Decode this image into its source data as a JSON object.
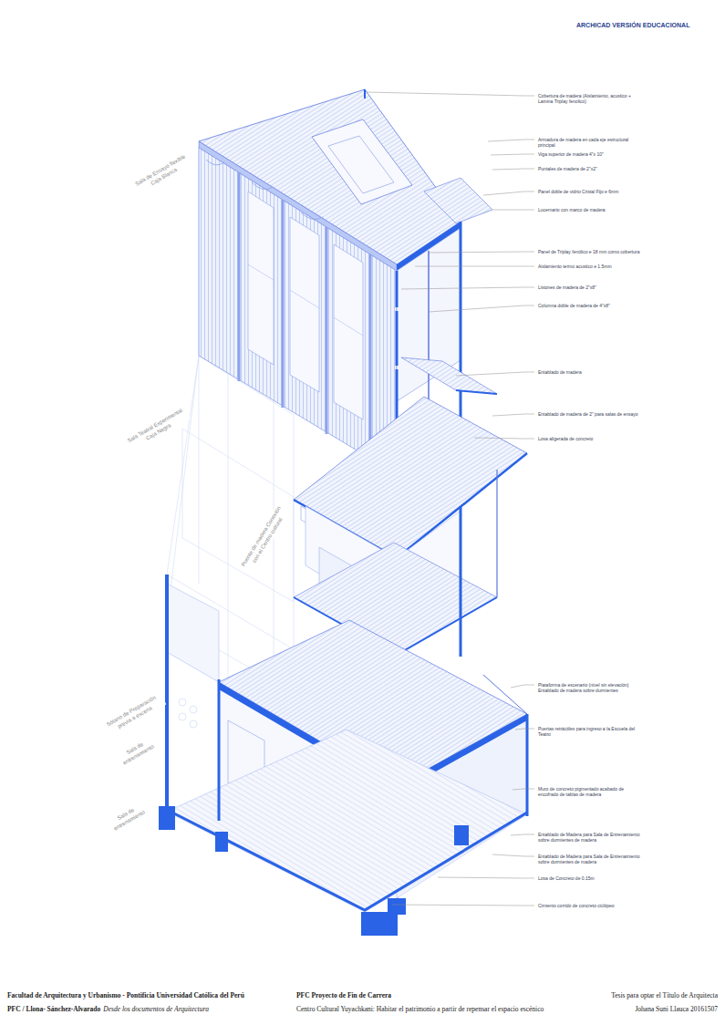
{
  "diagram": {
    "labels": [
      "ARCHICAD VERSIÓN EDUCACIONAL",
      "Cobertura de madera (Aislamiento, acustico + Lamina Triplay fenolico)",
      "Armadura de madera en cada eje estructural principal",
      "Viga superior de madera 4\"x 10\"",
      "Puntales de madera de 2\"x2\"",
      "Panel doble de vidrio Cristal Fijo e 6mm",
      "Lucernario con marco de madera",
      "Panel de Triplay fenólico e 18 mm como cobertura",
      "Aislamiento termo acustico e 1.5mm",
      "Listones de madera de 2\"x8\"",
      "Columna doble de madera de 4\"x8\"",
      "Entablado de madera",
      "Entablado de madera de 2\" para salas de ensayo",
      "Losa aligerada de concreto",
      "Plataforma de escenario (nivel sin elevación) Entablado de madera sobre durmientes",
      "Puertas retráctiles para ingreso a la Escuela del Teatro",
      "Muro de concreto pigmentado acabado de encofrado de tablas de madera",
      "Entablado de Madera para Sala de Entrenamiento sobre durmientes de madera",
      "Entablado de Madera para Sala de Entrenamiento sobre durmientes de madera",
      "Losa de Concreto de 0.15m",
      "Cimiento corrido de concreto ciclópeo",
      "Sala de Ensayo flexible Caja Blanca",
      "Sala Teatral Experimental Caja Negra",
      "Puente de madera Conexión con el Centro cultural",
      "Sótano de Preparación previa a escena",
      "Sala de entrenamiento",
      "Sala de entrenamiento",
      "Facultad de Arquitectura y Urbanismo - Pontificia Universidad Católica del Perú",
      "PFC / Llona- Sánchez-Alvarado",
      "Desde los documentos de Arquitectura",
      "PFC Proyecto de Fin de Carrera",
      "Centro Cultural Yuyachkani: Habitar el patrimonio a partir de repensar el espacio escénico",
      "Tesis para optar el Título de Arquitecta",
      "Johana Suni Llauca 20161507"
    ]
  }
}
